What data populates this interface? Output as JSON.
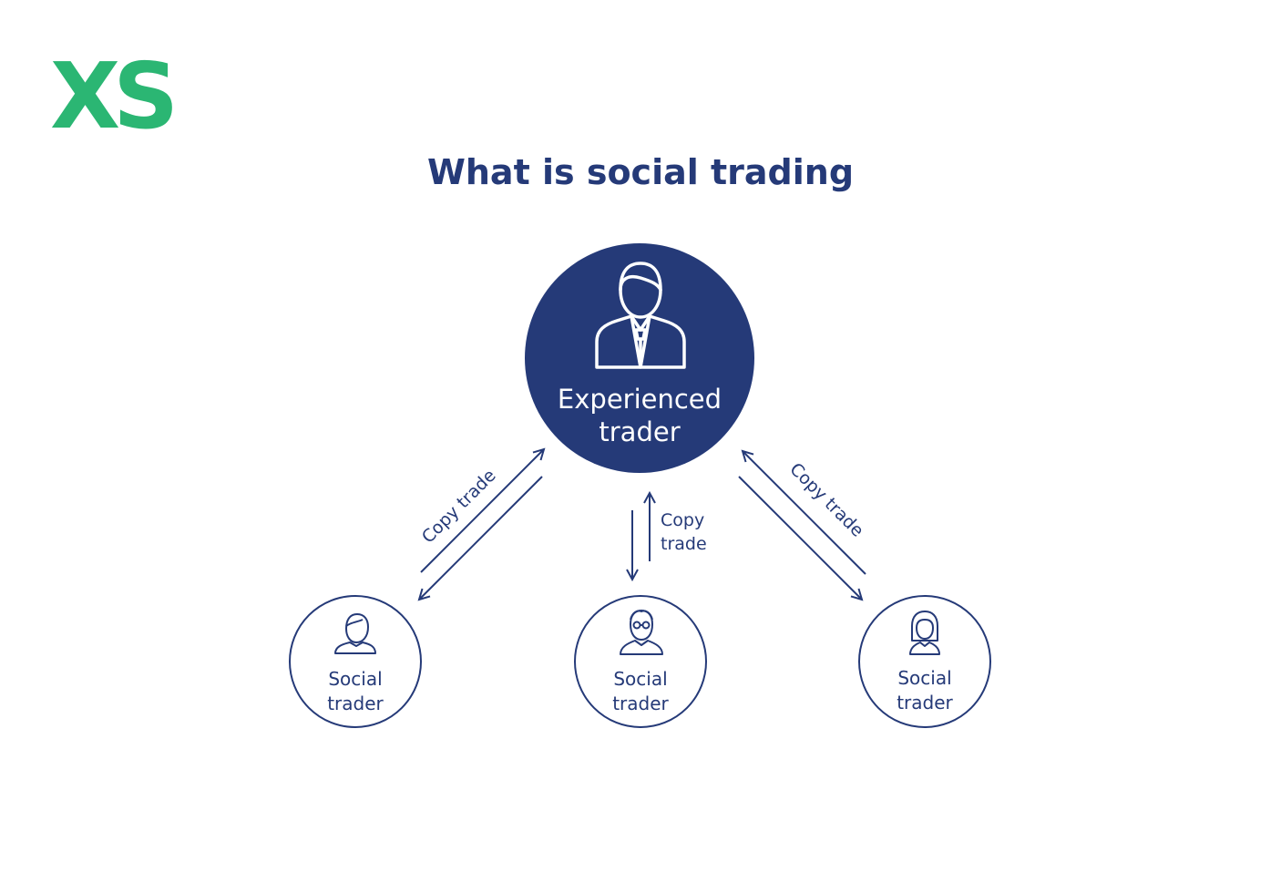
{
  "logo": {
    "text": "XS"
  },
  "title": "What is social trading",
  "center_node": {
    "line1": "Experienced",
    "line2": "trader",
    "icon": "businessman-icon"
  },
  "social_nodes": [
    {
      "line1": "Social",
      "line2": "trader",
      "icon": "man-icon"
    },
    {
      "line1": "Social",
      "line2": "trader",
      "icon": "man-with-glasses-icon"
    },
    {
      "line1": "Social",
      "line2": "trader",
      "icon": "woman-icon"
    }
  ],
  "edges": [
    {
      "label": "Copy trade"
    },
    {
      "label_line1": "Copy",
      "label_line2": "trade"
    },
    {
      "label": "Copy trade"
    }
  ],
  "colors": {
    "brand": "#2bb673",
    "navy": "#253a78",
    "background": "#ffffff"
  }
}
